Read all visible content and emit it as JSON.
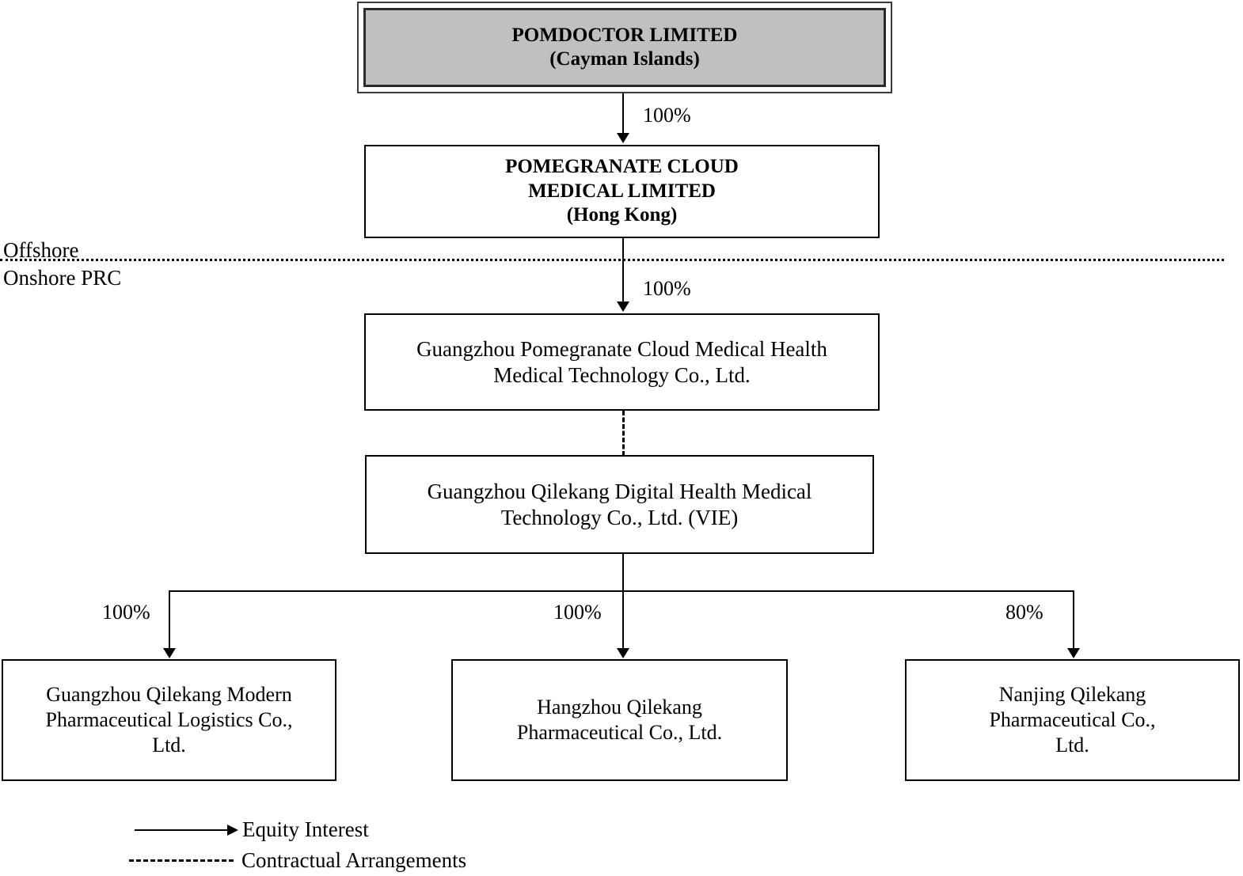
{
  "diagram": {
    "title_node": {
      "name": "POMDOCTOR LIMITED\n(Cayman Islands)"
    },
    "nodes": [
      {
        "id": "pomdoctor",
        "label": "POMDOCTOR LIMITED\n(Cayman Islands)",
        "jurisdiction": "Cayman Islands",
        "style": "shaded-double-border-bold"
      },
      {
        "id": "pomegranate-cloud-hk",
        "label": "POMEGRANATE CLOUD\nMEDICAL LIMITED\n(Hong Kong)",
        "jurisdiction": "Hong Kong",
        "style": "bold"
      },
      {
        "id": "guangzhou-pomegranate-wfoe",
        "label": "Guangzhou Pomegranate Cloud Medical Health\nMedical Technology Co., Ltd.",
        "jurisdiction": "PRC",
        "style": "regular"
      },
      {
        "id": "guangzhou-qilekang-vie",
        "label": "Guangzhou Qilekang Digital Health Medical\nTechnology Co., Ltd. (VIE)",
        "jurisdiction": "PRC",
        "style": "regular"
      },
      {
        "id": "guangzhou-qilekang-logistics",
        "label": "Guangzhou Qilekang Modern\nPharmaceutical Logistics Co.,\nLtd.",
        "jurisdiction": "PRC",
        "style": "regular"
      },
      {
        "id": "hangzhou-qilekang",
        "label": "Hangzhou Qilekang\nPharmaceutical Co., Ltd.",
        "jurisdiction": "PRC",
        "style": "regular"
      },
      {
        "id": "nanjing-qilekang",
        "label": "Nanjing Qilekang\nPharmaceutical Co.,\nLtd.",
        "jurisdiction": "PRC",
        "style": "regular"
      }
    ],
    "edges": [
      {
        "id": "e1",
        "from": "pomdoctor",
        "to": "pomegranate-cloud-hk",
        "label": "100%",
        "type": "equity"
      },
      {
        "id": "e2",
        "from": "pomegranate-cloud-hk",
        "to": "guangzhou-pomegranate-wfoe",
        "label": "100%",
        "type": "equity"
      },
      {
        "id": "e3",
        "from": "guangzhou-pomegranate-wfoe",
        "to": "guangzhou-qilekang-vie",
        "label": "",
        "type": "contractual"
      },
      {
        "id": "e4",
        "from": "guangzhou-qilekang-vie",
        "to": "guangzhou-qilekang-logistics",
        "label": "100%",
        "type": "equity"
      },
      {
        "id": "e5",
        "from": "guangzhou-qilekang-vie",
        "to": "hangzhou-qilekang",
        "label": "100%",
        "type": "equity"
      },
      {
        "id": "e6",
        "from": "guangzhou-qilekang-vie",
        "to": "nanjing-qilekang",
        "label": "80%",
        "type": "equity"
      }
    ],
    "divider": {
      "above_label": "Offshore",
      "below_label": "Onshore PRC"
    },
    "legend": {
      "items": [
        {
          "id": "equity",
          "marker": "solid-arrow",
          "label": "Equity Interest"
        },
        {
          "id": "contractual",
          "marker": "dashed-line",
          "label": "Contractual Arrangements"
        }
      ]
    },
    "colors": {
      "shaded_node_fill": "#c0c0c0",
      "line": "#000000",
      "background": "#ffffff"
    }
  }
}
